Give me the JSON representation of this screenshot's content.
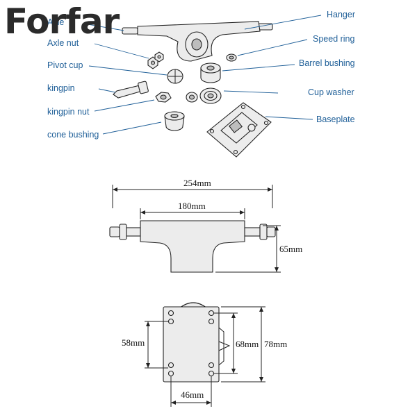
{
  "brand": {
    "name": "Forfar"
  },
  "parts": {
    "axle": "Axle",
    "axle_nut": "Axle nut",
    "pivot_cup": "Pivot cup",
    "kingpin": "kingpin",
    "kingpin_nut": "kingpin nut",
    "cone_bushing": "cone bushing",
    "hanger": "Hanger",
    "speed_ring": "Speed ring",
    "barrel_bushing": "Barrel bushing",
    "cup_washer": "Cup washer",
    "baseplate": "Baseplate"
  },
  "dimensions": {
    "overall_width": "254mm",
    "hanger_width": "180mm",
    "height": "65mm",
    "hole_spacing_short": "58mm",
    "hole_spacing_long": "68mm",
    "baseplate_length": "78mm",
    "hole_spacing_width": "46mm"
  },
  "colors": {
    "label": "#1f5f98",
    "line": "#222222",
    "brand": "#2b2b2b"
  }
}
